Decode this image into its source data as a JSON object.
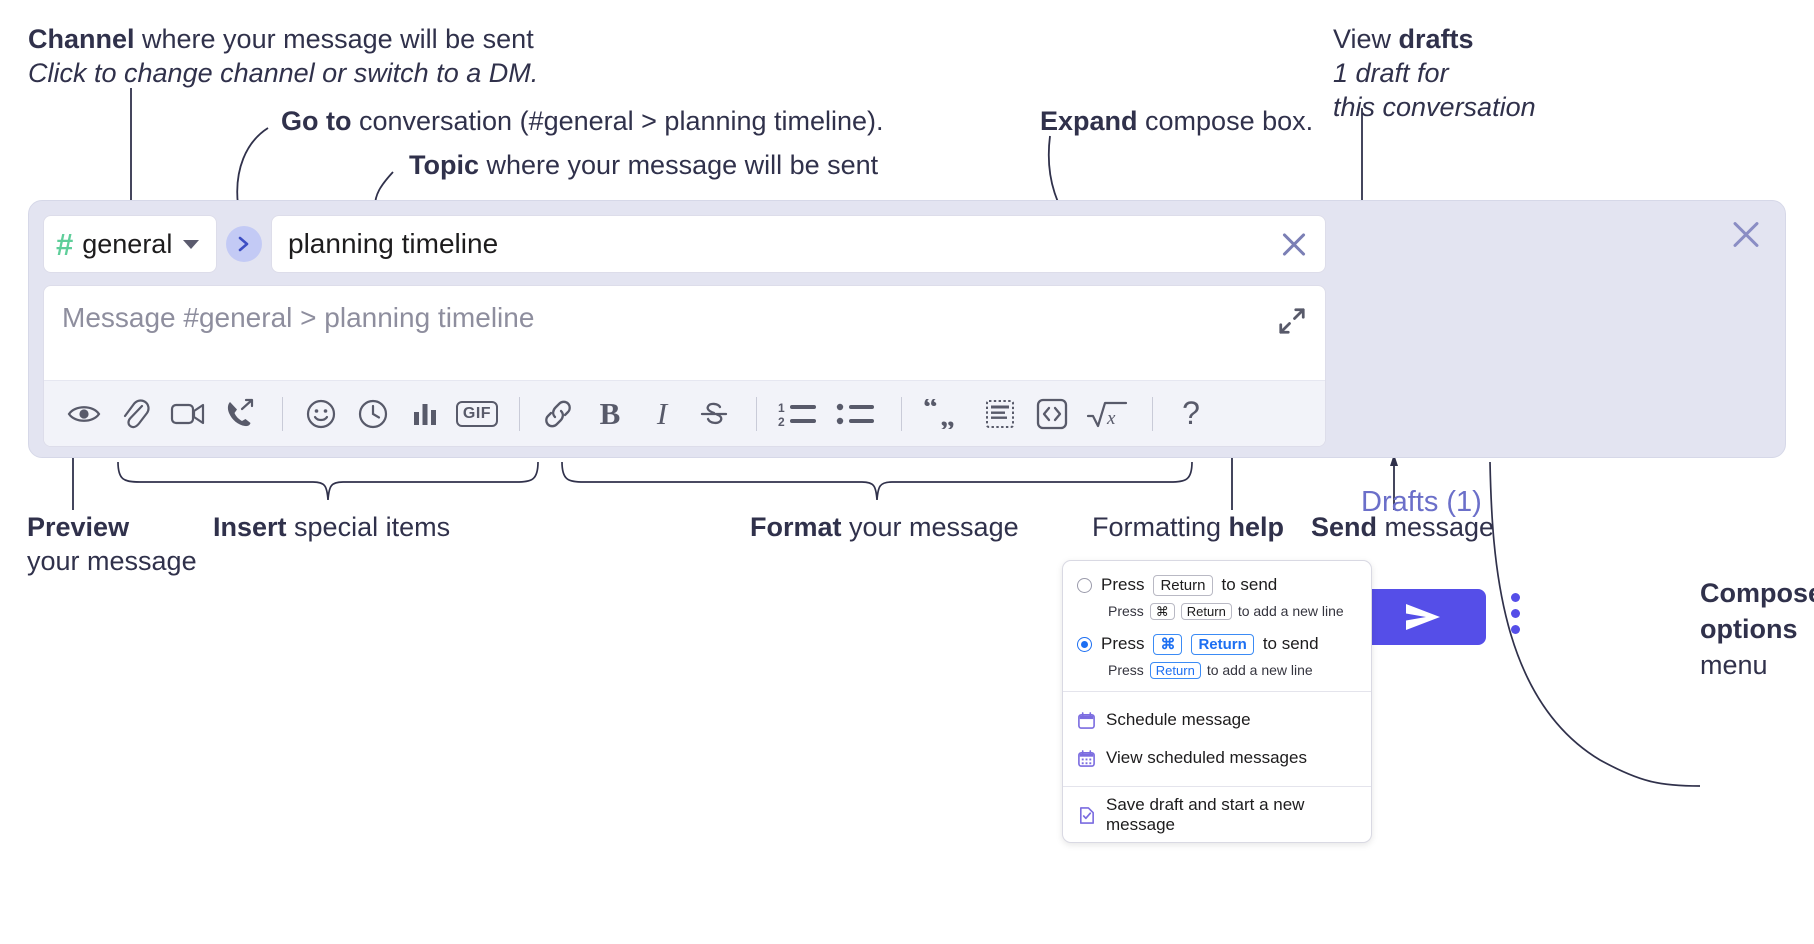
{
  "annotations": {
    "channel": {
      "bold": "Channel",
      "rest": " where your message will be sent",
      "italic": "Click to change channel or switch to a DM."
    },
    "goto": {
      "bold": "Go to",
      "rest": " conversation (#general > planning timeline)."
    },
    "topic": {
      "bold": "Topic",
      "rest": " where your message will be sent"
    },
    "expand": {
      "bold": "Expand",
      "rest": " compose box."
    },
    "drafts": {
      "plain": "View ",
      "bold": "drafts",
      "italic_line1": "1 draft for",
      "italic_line2": "this conversation"
    },
    "preview": {
      "bold": "Preview",
      "line2": "your message"
    },
    "insert": {
      "bold": "Insert",
      "rest": " special items"
    },
    "format": {
      "bold": "Format",
      "rest": " your message"
    },
    "help": {
      "plain": "Formatting ",
      "bold": "help"
    },
    "send": {
      "bold": "Send",
      "rest": " message"
    },
    "compose_options": {
      "bold_line1": "Compose",
      "bold_line2": "options",
      "plain_line3": "menu"
    }
  },
  "compose": {
    "channel_name": "general",
    "channel_icon": "hash-icon",
    "channel_dropdown_icon": "chevron-down-icon",
    "goto_icon": "chevron-right-icon",
    "topic_value": "planning timeline",
    "topic_clear_icon": "close-icon",
    "message_placeholder": "Message #general > planning timeline",
    "expand_icon": "expand-icon",
    "close_icon": "close-icon",
    "drafts_label": "Drafts (1)",
    "send_icon": "send-paper-plane-icon",
    "kebab_icon": "more-options-icon",
    "toolbar": [
      {
        "name": "preview-icon",
        "label": "Preview"
      },
      {
        "name": "attachment-icon",
        "label": "Attach file"
      },
      {
        "name": "video-icon",
        "label": "Video"
      },
      {
        "name": "phone-forward-icon",
        "label": "Call"
      },
      {
        "name": "separator-1",
        "label": ""
      },
      {
        "name": "emoji-icon",
        "label": "Emoji"
      },
      {
        "name": "clock-icon",
        "label": "Reminder"
      },
      {
        "name": "poll-icon",
        "label": "Poll"
      },
      {
        "name": "gif-icon",
        "label": "GIF"
      },
      {
        "name": "separator-2",
        "label": ""
      },
      {
        "name": "link-icon",
        "label": "Link"
      },
      {
        "name": "bold-icon",
        "label": "B"
      },
      {
        "name": "italic-icon",
        "label": "I"
      },
      {
        "name": "strikethrough-icon",
        "label": "Strikethrough"
      },
      {
        "name": "separator-3",
        "label": ""
      },
      {
        "name": "ordered-list-icon",
        "label": "Numbered list"
      },
      {
        "name": "bulleted-list-icon",
        "label": "Bulleted list"
      },
      {
        "name": "separator-4",
        "label": ""
      },
      {
        "name": "blockquote-icon",
        "label": "Quote"
      },
      {
        "name": "spoiler-icon",
        "label": "Spoiler"
      },
      {
        "name": "code-icon",
        "label": "Code"
      },
      {
        "name": "math-icon",
        "label": "Math"
      },
      {
        "name": "separator-5",
        "label": ""
      },
      {
        "name": "help-icon",
        "label": "?"
      }
    ]
  },
  "options_menu": {
    "radio_options": [
      {
        "selected": false,
        "main_prefix": "Press",
        "main_key": "Return",
        "main_suffix": "to send",
        "sub_prefix": "Press",
        "sub_key1": "⌘",
        "sub_key2": "Return",
        "sub_suffix": "to add a new line"
      },
      {
        "selected": true,
        "main_prefix": "Press",
        "main_key1": "⌘",
        "main_key2": "Return",
        "main_suffix": "to send",
        "sub_prefix": "Press",
        "sub_key": "Return",
        "sub_suffix": "to add a new line"
      }
    ],
    "items": [
      {
        "icon": "calendar-schedule-icon",
        "label": "Schedule message"
      },
      {
        "icon": "calendar-grid-icon",
        "label": "View scheduled messages"
      },
      {
        "icon": "save-draft-icon",
        "label": "Save draft and start a new message"
      }
    ]
  },
  "colors": {
    "compose_bg": "#e3e4f1",
    "accent": "#554ee8",
    "channel_hash": "#5fce9a",
    "drafts_text": "#6b6fc9",
    "key_blue": "#1d6ff2"
  }
}
